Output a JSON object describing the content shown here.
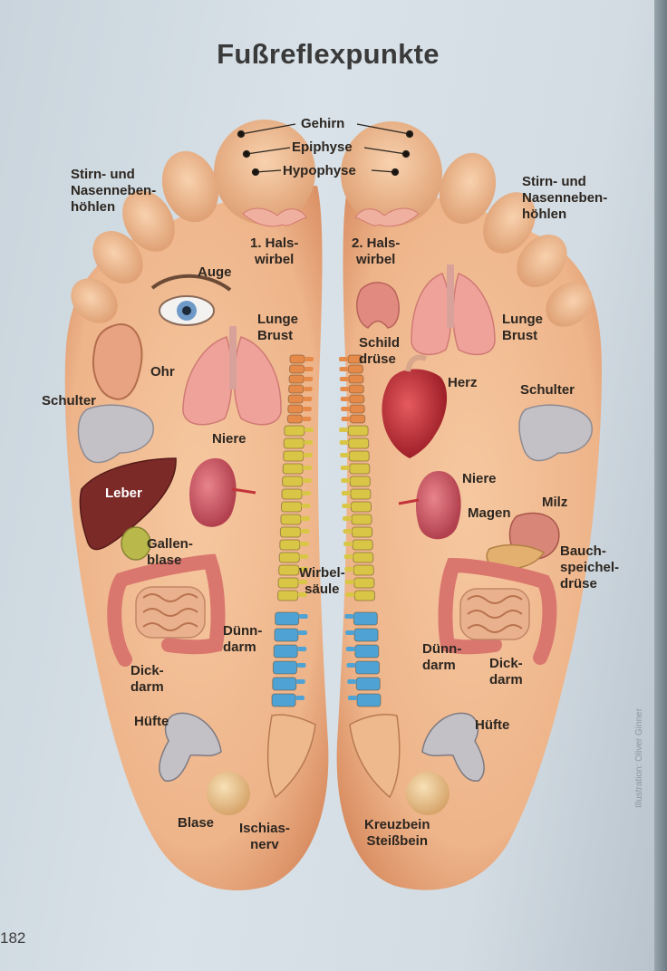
{
  "title": "Fußreflexpunkte",
  "page_number": "182",
  "credit": "Illustration: Oliver Ginner",
  "colors": {
    "skin": "#f0b98e",
    "skin_dark": "#dc9568",
    "lung": "#efa29a",
    "heart": "#c8323a",
    "kidney": "#cf5a66",
    "liver": "#7c2a28",
    "gallbladder": "#b9b84a",
    "intestine": "#d9776e",
    "spine_yellow": "#d9c646",
    "spine_orange": "#e68a4a",
    "spine_blue": "#4fa3d4",
    "bone": "#c4c1c6",
    "bladder": "#e6c08a"
  },
  "labels": {
    "gehirn": "Gehirn",
    "epiphyse": "Epiphyse",
    "hypophyse": "Hypophyse",
    "sinus_left": [
      "Stirn- und",
      "Nasenneben-",
      "höhlen"
    ],
    "sinus_right": [
      "Stirn- und",
      "Nasenneben-",
      "höhlen"
    ],
    "hals_left": [
      "1. Hals-",
      "wirbel"
    ],
    "hals_right": [
      "2. Hals-",
      "wirbel"
    ],
    "auge": "Auge",
    "ohr": "Ohr",
    "lunge_left": [
      "Lunge",
      "Brust"
    ],
    "lunge_right": [
      "Lunge",
      "Brust"
    ],
    "schilddruese": [
      "Schild",
      "drüse"
    ],
    "herz": "Herz",
    "schulter_left": "Schulter",
    "schulter_right": "Schulter",
    "niere_left": "Niere",
    "niere_right": "Niere",
    "leber": "Leber",
    "magen": "Magen",
    "milz": "Milz",
    "gallenblase": [
      "Gallen-",
      "blase"
    ],
    "wirbelsaeule": [
      "Wirbel-",
      "säule"
    ],
    "bauchspeicheldruese": [
      "Bauch-",
      "speichel-",
      "drüse"
    ],
    "duenndarm_left": [
      "Dünn-",
      "darm"
    ],
    "duenndarm_right": [
      "Dünn-",
      "darm"
    ],
    "dickdarm_left": [
      "Dick-",
      "darm"
    ],
    "dickdarm_right": [
      "Dick-",
      "darm"
    ],
    "huefte_left": "Hüfte",
    "huefte_right": "Hüfte",
    "blase": "Blase",
    "ischiasnerv": [
      "Ischias-",
      "nerv"
    ],
    "kreuzbein": [
      "Kreuzbein",
      "Steißbein"
    ]
  }
}
